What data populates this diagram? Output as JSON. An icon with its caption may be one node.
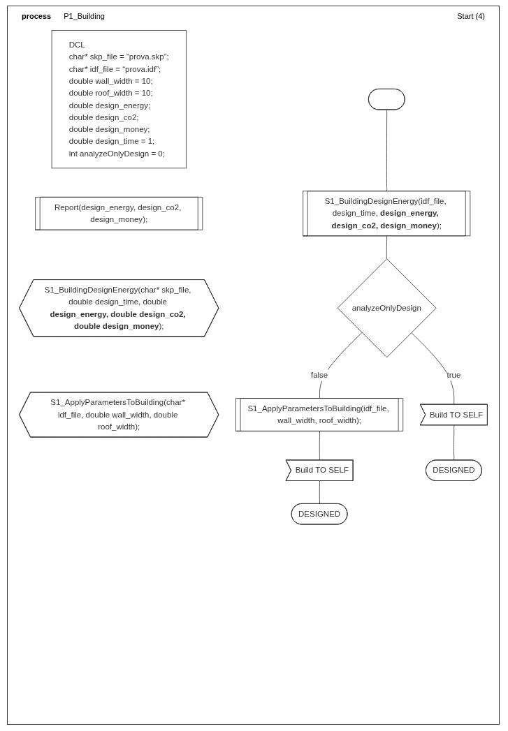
{
  "diagram": {
    "nodes": [
      {
        "text": [],
        "shape": "stadium"
      },
      {
        "text": [
          "DCL",
          "char* skp_file = “prova.skp”;",
          "char* idf_file = “prova.idf”;",
          "double wall_width = 10;",
          "double roof_width = 10;",
          "double design_energy;",
          "double design_co2;",
          "double design_money;",
          "double design_time = 1;",
          "int analyzeOnlyDesign = 0;"
        ]
      },
      {
        "text": [
          "S1_BuildingDesignEnergy(idf_file, design_time, **design_energy, design_co2, design_money**);"
        ]
      },
      {
        "text": [
          "Report(design_energy, design_co2, design_money);"
        ]
      },
      {
        "text": [
          "S1_BuildingDesignEnergy(char* skp_file, double design_time, double **design_energy, double design_co2, double design_money**);"
        ]
      },
      {
        "text": [
          "S1_ApplyParametersToBuilding(char* idf_file, double wall_width, double roof_width);"
        ]
      },
      {
        "text": [
          "analyzeOnlyDesign"
        ]
      },
      {
        "text": [
          "S1_ApplyParametersToBuilding(idf_file, wall_width, roof_width);"
        ]
      },
      {
        "text": [
          "Build TO SELF"
        ]
      },
      {
        "text": [
          "Build TO SELF"
        ]
      },
      {
        "text": [
          "DESIGNED"
        ]
      },
      {
        "text": [
          "DESIGNED"
        ]
      }
    ],
    "edges": [
      {
        "from": 0,
        "to": 2,
        "arrow": "none"
      },
      {
        "from": 2,
        "to": 6,
        "arrow": "none"
      },
      {
        "from": 6,
        "to": 8,
        "arrow": "none",
        "label": "true"
      },
      {
        "from": 6,
        "to": 7,
        "arrow": "none",
        "label": "false"
      },
      {
        "from": 7,
        "to": 9,
        "arrow": "none"
      },
      {
        "from": 8,
        "to": 10,
        "arrow": "none"
      },
      {
        "from": 9,
        "to": 11,
        "arrow": "none"
      }
    ],
    "labels": [
      "process",
      "P1_Building",
      "Start (4)"
    ]
  }
}
